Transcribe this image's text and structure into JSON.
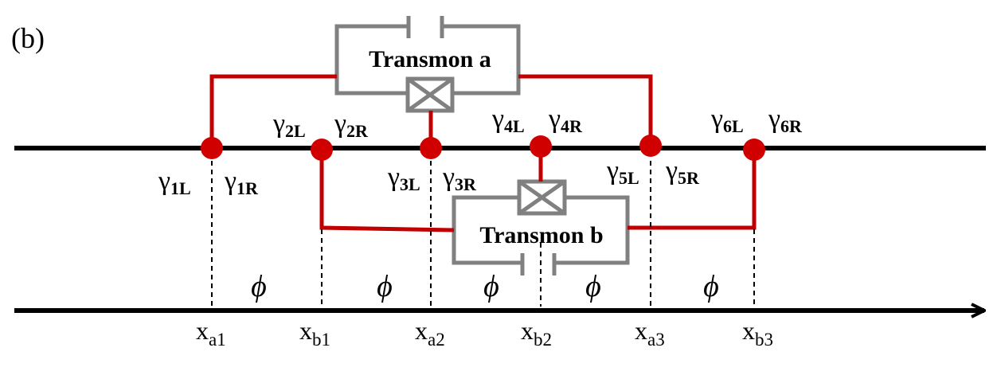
{
  "panel_label": "(b)",
  "colors": {
    "wire": "#c00000",
    "axis": "#000000",
    "transmon": "#808080",
    "node": "#d00000"
  },
  "transmons": {
    "a": {
      "label": "Transmon a"
    },
    "b": {
      "label": "Transmon b"
    }
  },
  "gammas": {
    "g1L": {
      "sym": "γ",
      "sub": "1L"
    },
    "g1R": {
      "sym": "γ",
      "sub": "1R"
    },
    "g2L": {
      "sym": "γ",
      "sub": "2L"
    },
    "g2R": {
      "sym": "γ",
      "sub": "2R"
    },
    "g3L": {
      "sym": "γ",
      "sub": "3L"
    },
    "g3R": {
      "sym": "γ",
      "sub": "3R"
    },
    "g4L": {
      "sym": "γ",
      "sub": "4L"
    },
    "g4R": {
      "sym": "γ",
      "sub": "4R"
    },
    "g5L": {
      "sym": "γ",
      "sub": "5L"
    },
    "g5R": {
      "sym": "γ",
      "sub": "5R"
    },
    "g6L": {
      "sym": "γ",
      "sub": "6L"
    },
    "g6R": {
      "sym": "γ",
      "sub": "6R"
    }
  },
  "positions": {
    "xa1": {
      "base": "x",
      "sub": "a1"
    },
    "xb1": {
      "base": "x",
      "sub": "b1"
    },
    "xa2": {
      "base": "x",
      "sub": "a2"
    },
    "xb2": {
      "base": "x",
      "sub": "b2"
    },
    "xa3": {
      "base": "x",
      "sub": "a3"
    },
    "xb3": {
      "base": "x",
      "sub": "b3"
    }
  },
  "phase": {
    "symbol": "ϕ"
  }
}
